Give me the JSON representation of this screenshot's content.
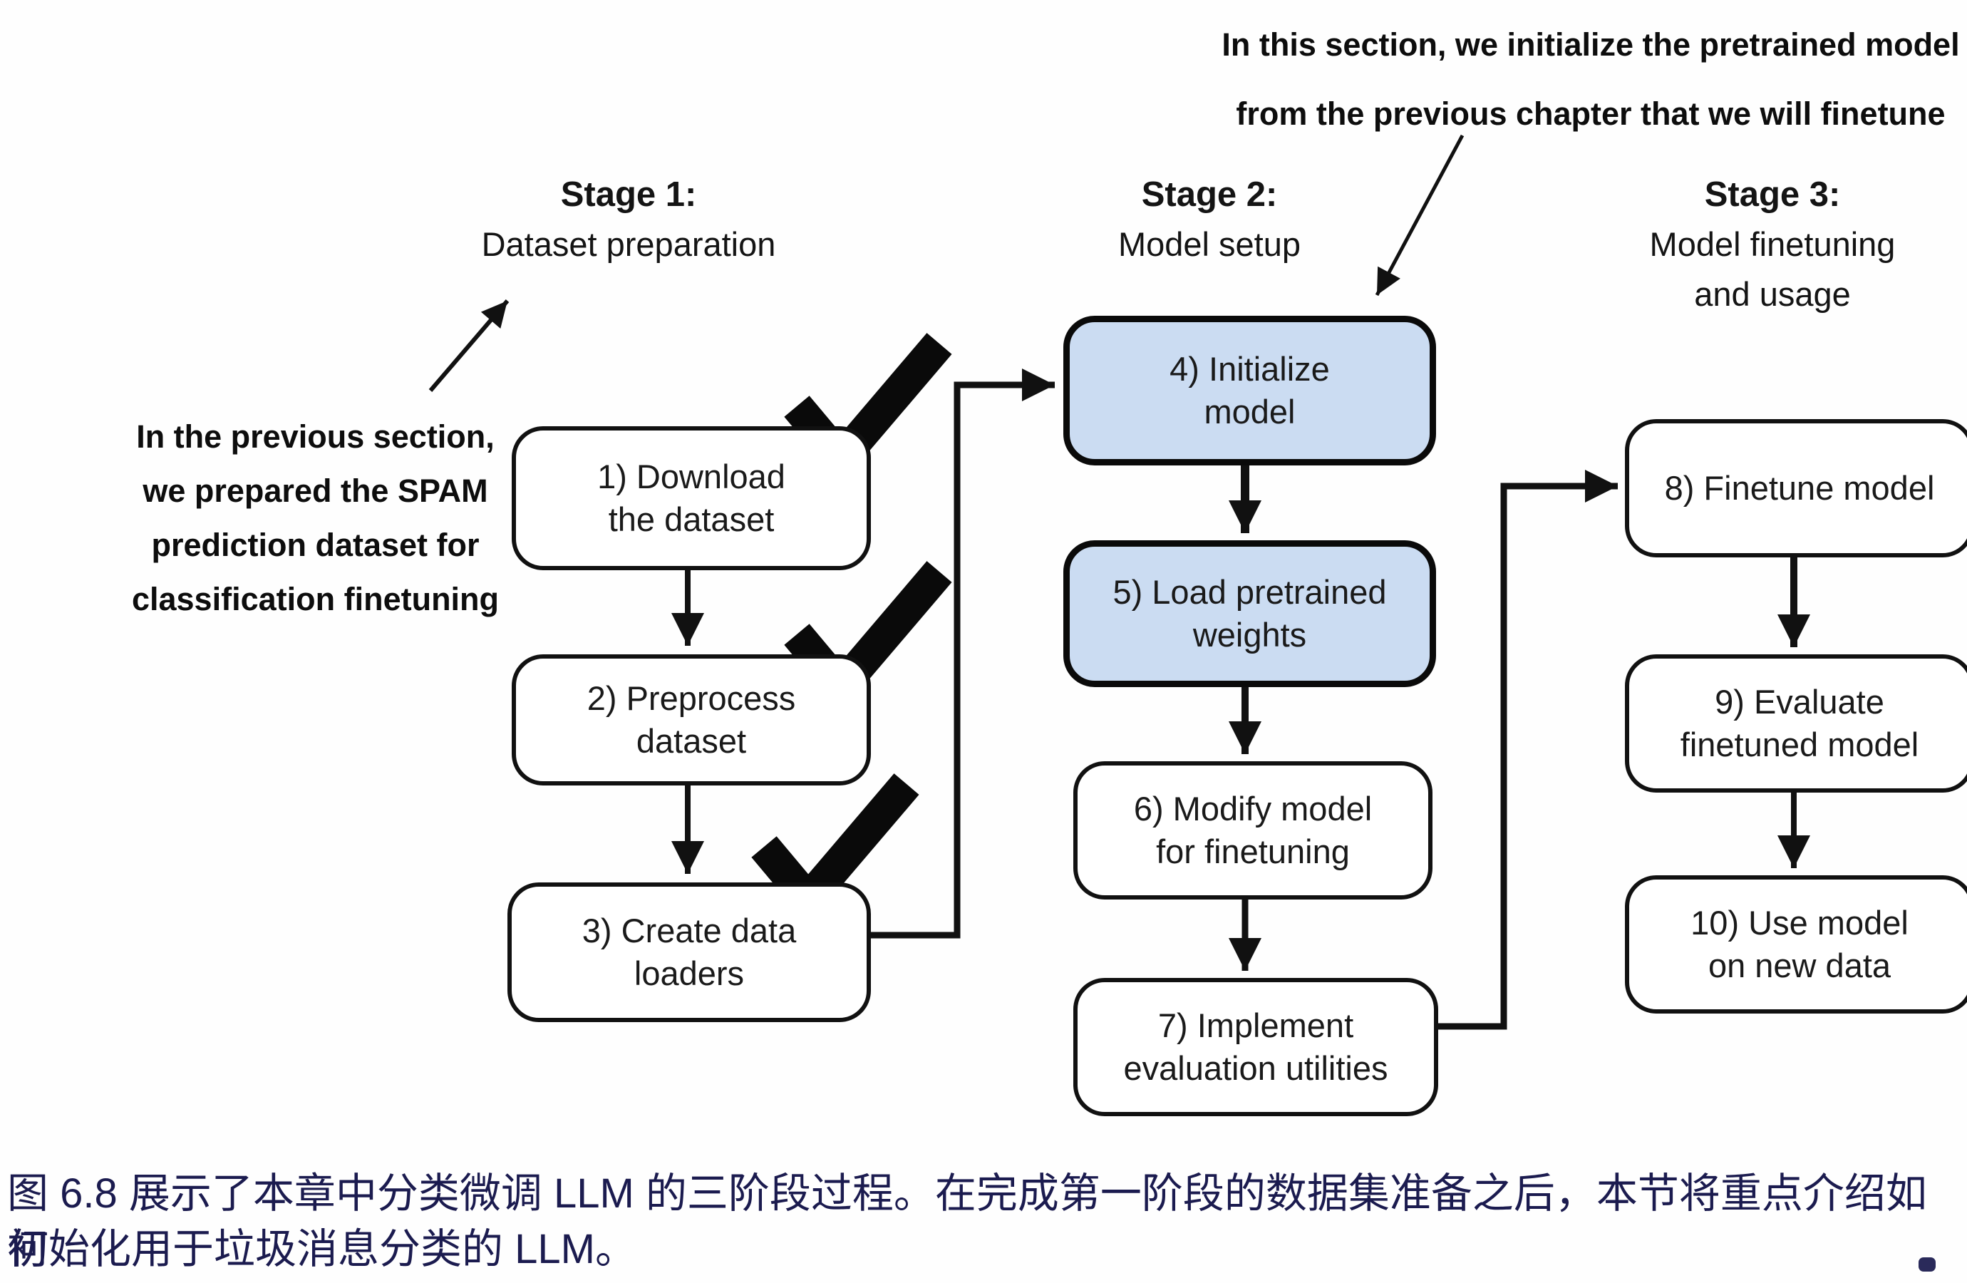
{
  "figure": {
    "type": "flowchart",
    "description_domain": "book figure with Chinese caption"
  },
  "annotations": {
    "top_right": {
      "line1": "In this section, we initialize the pretrained model",
      "line2": "from the previous chapter that we will finetune"
    },
    "left": {
      "line1": "In the previous section,",
      "line2": "we prepared the SPAM",
      "line3": "prediction dataset for",
      "line4": "classification finetuning"
    }
  },
  "stages": [
    {
      "title": "Stage 1:",
      "sub1": "Dataset preparation",
      "sub2": ""
    },
    {
      "title": "Stage 2:",
      "sub1": "Model setup",
      "sub2": ""
    },
    {
      "title": "Stage 3:",
      "sub1": "Model finetuning",
      "sub2": "and usage"
    }
  ],
  "boxes": [
    {
      "id": 1,
      "label": "1) Download\nthe dataset",
      "highlighted": false,
      "checked": true
    },
    {
      "id": 2,
      "label": "2) Preprocess\ndataset",
      "highlighted": false,
      "checked": true
    },
    {
      "id": 3,
      "label": "3) Create data\nloaders",
      "highlighted": false,
      "checked": true
    },
    {
      "id": 4,
      "label": "4) Initialize\nmodel",
      "highlighted": true,
      "checked": false
    },
    {
      "id": 5,
      "label": "5) Load pretrained\nweights",
      "highlighted": true,
      "checked": false
    },
    {
      "id": 6,
      "label": "6) Modify model\nfor finetuning",
      "highlighted": false,
      "checked": false
    },
    {
      "id": 7,
      "label": "7) Implement\nevaluation utilities",
      "highlighted": false,
      "checked": false
    },
    {
      "id": 8,
      "label": "8) Finetune model",
      "highlighted": false,
      "checked": false
    },
    {
      "id": 9,
      "label": "9) Evaluate\nfinetuned model",
      "highlighted": false,
      "checked": false
    },
    {
      "id": 10,
      "label": "10) Use model\non new data",
      "highlighted": false,
      "checked": false
    }
  ],
  "caption": {
    "line1": "图 6.8 展示了本章中分类微调 LLM 的三阶段过程。在完成第一阶段的数据集准备之后，本节将重点介绍如何",
    "line2": "初始化用于垃圾消息分类的 LLM。"
  },
  "icons": {
    "checkmark": "✓"
  },
  "colors": {
    "highlight_fill": "#cbdcf2",
    "box_border": "#111111",
    "diagram_line": "#111111",
    "caption_text": "#1b1b4f",
    "edge_mark": "#2a2a5a"
  }
}
